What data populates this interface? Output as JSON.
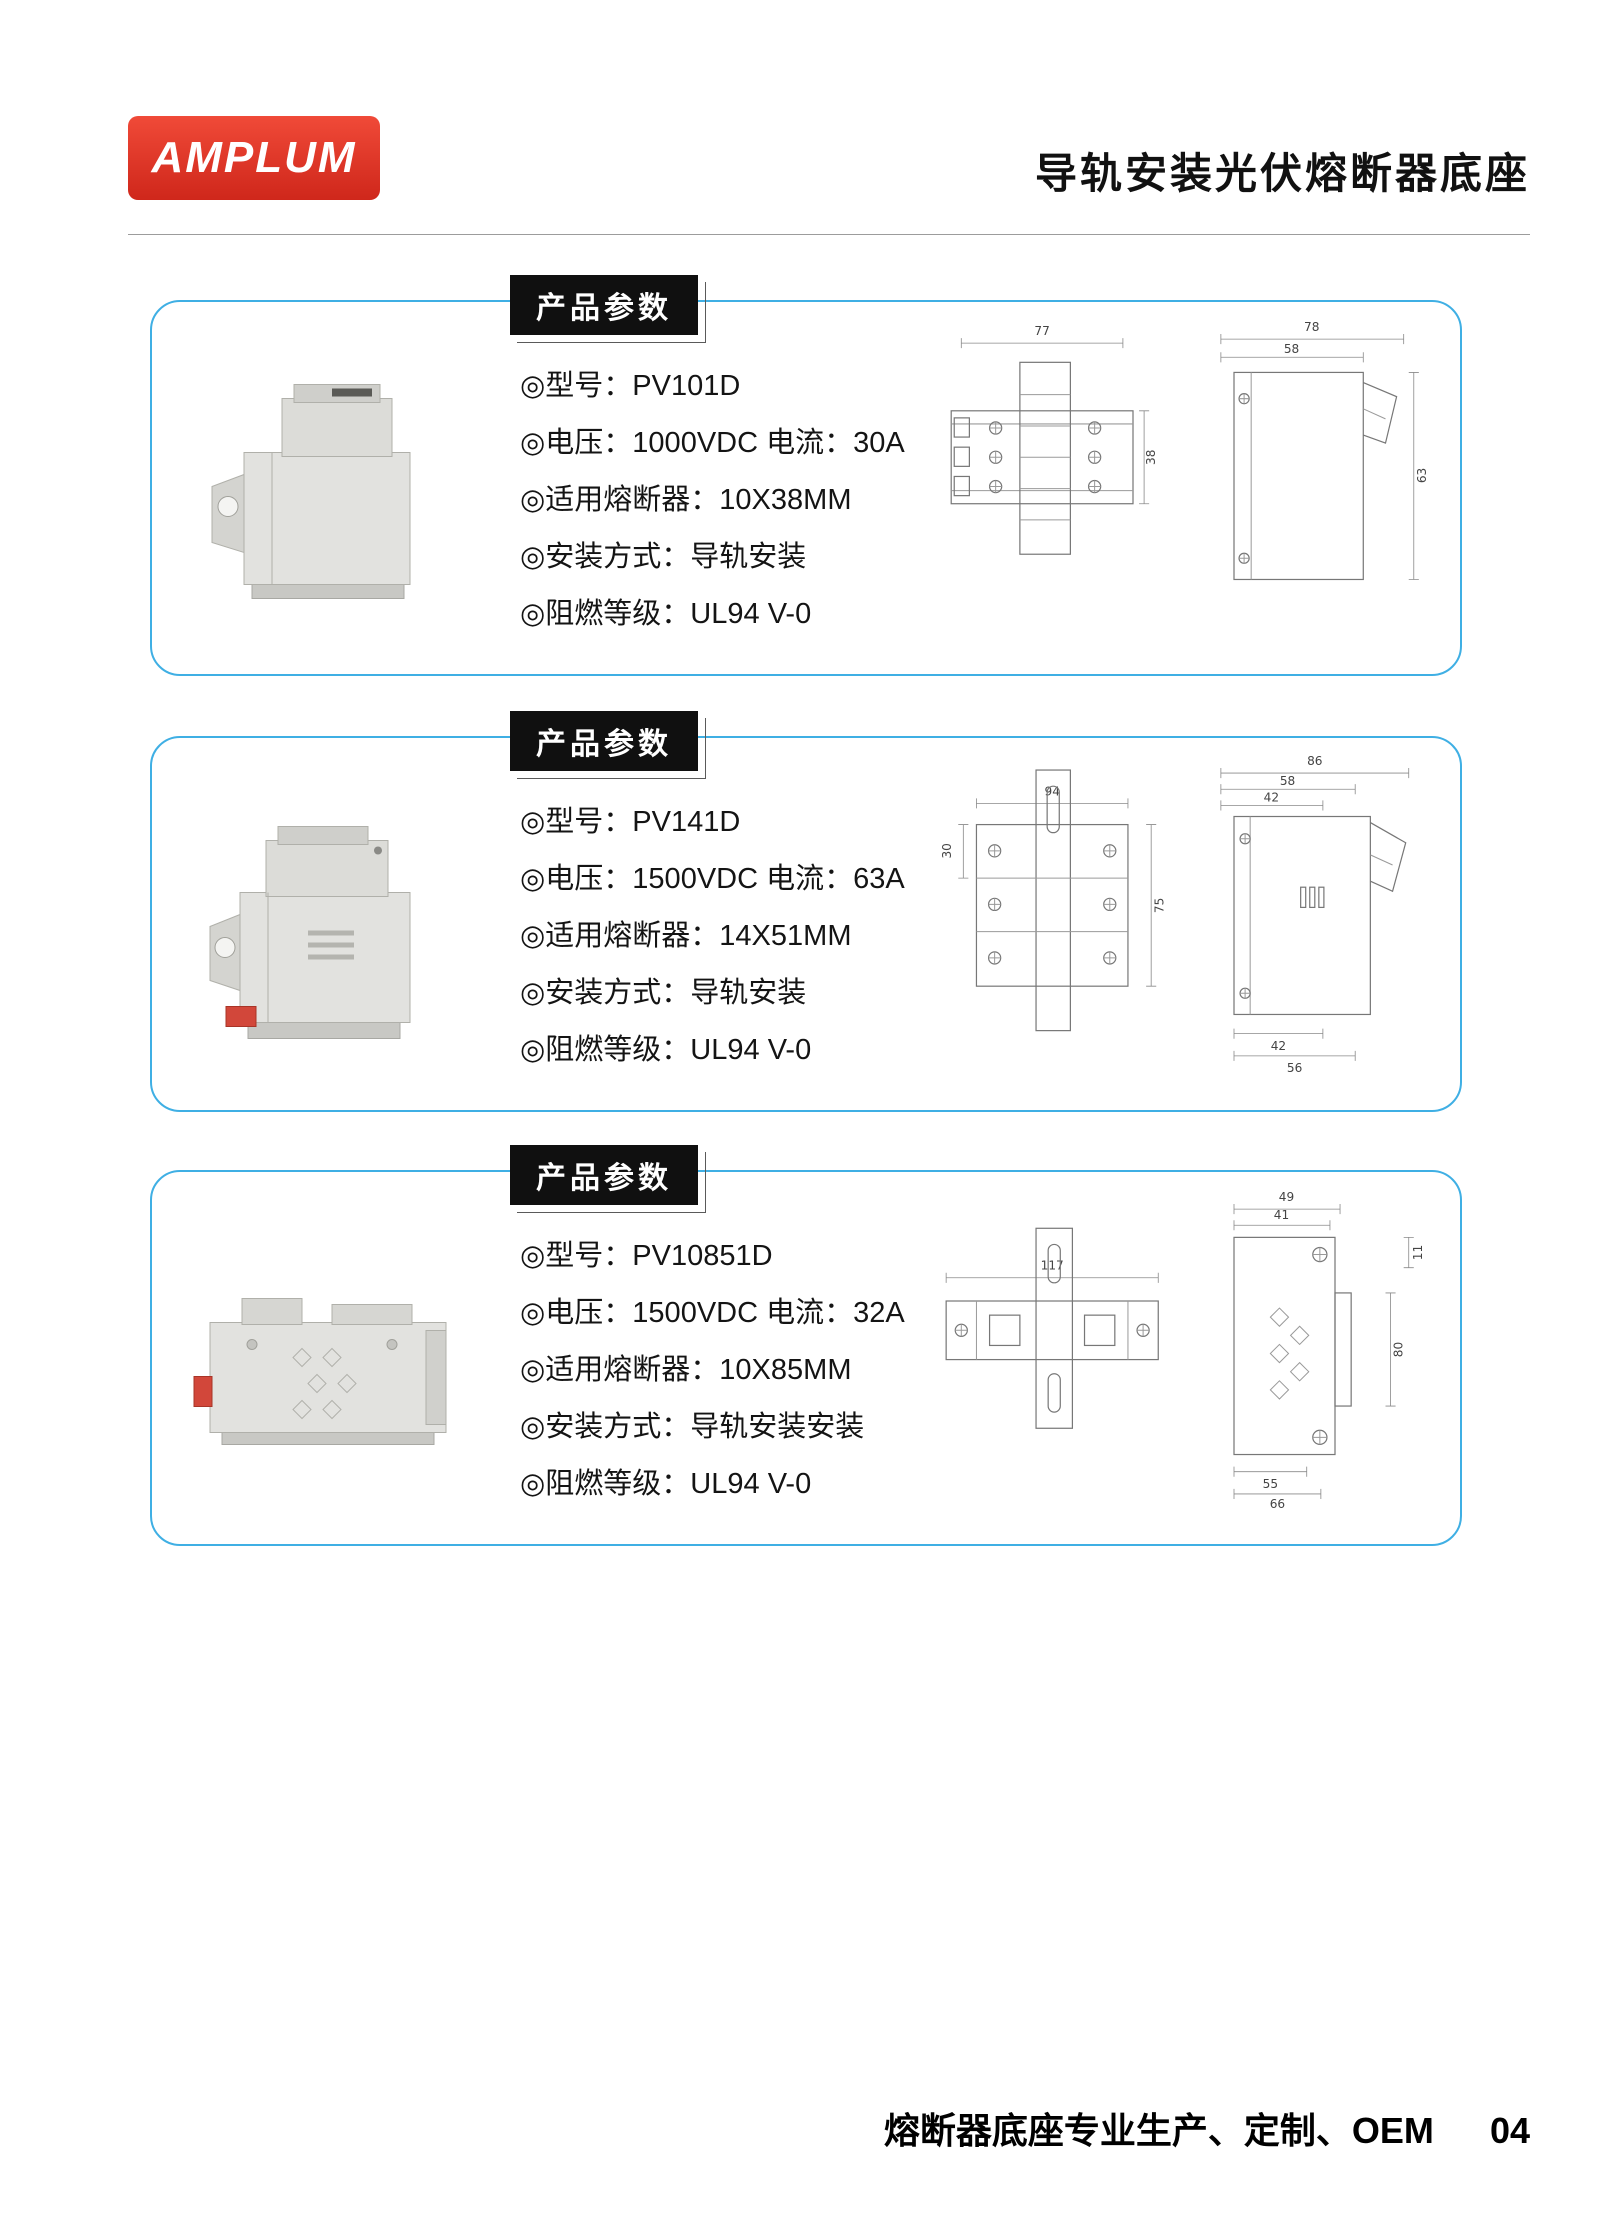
{
  "header": {
    "logo": "AMPLUM",
    "title": "导轨安装光伏熔断器底座"
  },
  "cards": [
    {
      "tab": "产品参数",
      "specs": [
        "◎型号：PV101D",
        "◎电压：1000VDC 电流：30A",
        "◎适用熔断器：10X38MM",
        "◎安装方式：导轨安装",
        "◎阻燃等级：UL94 V-0"
      ],
      "dims": {
        "front_top": "77",
        "front_side": "38",
        "side_top": "78",
        "side_inner": "58",
        "side_right": "63"
      }
    },
    {
      "tab": "产品参数",
      "specs": [
        "◎型号：PV141D",
        "◎电压：1500VDC 电流：63A",
        "◎适用熔断器：14X51MM",
        "◎安装方式：导轨安装",
        "◎阻燃等级：UL94 V-0"
      ],
      "dims": {
        "front_top": "94",
        "front_left": "30",
        "front_right": "75",
        "side_top": "86",
        "side_inner": "58",
        "side_inner2": "42",
        "side_bottom": "42",
        "side_bottom2": "56"
      }
    },
    {
      "tab": "产品参数",
      "specs": [
        "◎型号：PV10851D",
        "◎电压：1500VDC 电流：32A",
        "◎适用熔断器：10X85MM",
        "◎安装方式：导轨安装安装",
        "◎阻燃等级：UL94 V-0"
      ],
      "dims": {
        "front_top": "117",
        "side_top": "49",
        "side_inner": "41",
        "side_small": "11",
        "side_right": "80",
        "side_bottom": "55",
        "side_bottom2": "66"
      }
    }
  ],
  "footer": {
    "text": "熔断器底座专业生产、定制、OEM",
    "page": "04"
  }
}
